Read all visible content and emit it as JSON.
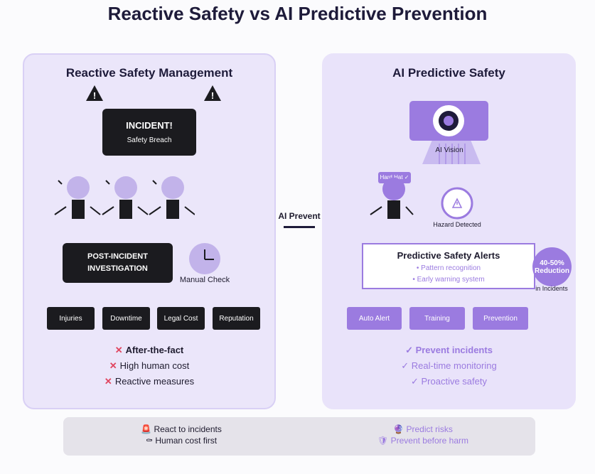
{
  "title": "Reactive Safety vs AI Predictive Prevention",
  "left": {
    "title": "Reactive Safety Management",
    "incident_title": "INCIDENT!",
    "incident_sub": "Safety Breach",
    "post_incident_line1": "POST-INCIDENT",
    "post_incident_line2": "INVESTIGATION",
    "clock_label": "Manual Check",
    "costs": [
      "Injuries",
      "Downtime",
      "Legal Cost",
      "Reputation"
    ],
    "points": [
      "After-the-fact",
      "High human cost",
      "Reactive measures"
    ]
  },
  "middle": {
    "label": "AI Prevent"
  },
  "right": {
    "title": "AI Predictive Safety",
    "vision_label": "AI Vision",
    "hardhat_label": "Hard Hat ✓",
    "hazard_label": "Hazard Detected",
    "alerts_title": "Predictive Safety Alerts",
    "alerts_items": [
      "• Pattern recognition",
      "• Early warning system"
    ],
    "reduction_line1": "40-50%",
    "reduction_line2": "Reduction",
    "reduction_caption": "in Incidents",
    "buttons": [
      "Auto Alert",
      "Training",
      "Prevention"
    ],
    "points": [
      "✓ Prevent incidents",
      "✓ Real-time monitoring",
      "✓ Proactive safety"
    ]
  },
  "bottom": {
    "left_line1": "React to incidents",
    "left_line2": "Human cost first",
    "right_line1": "Predict risks",
    "right_line2": "Prevent before harm",
    "left_icon1": "🚨",
    "left_icon2": "⚰",
    "right_icon1": "🔮",
    "right_icon2": "🛡"
  },
  "colors": {
    "accent": "#9b7be0",
    "dark": "#1b1b1f",
    "danger": "#e0455f"
  }
}
